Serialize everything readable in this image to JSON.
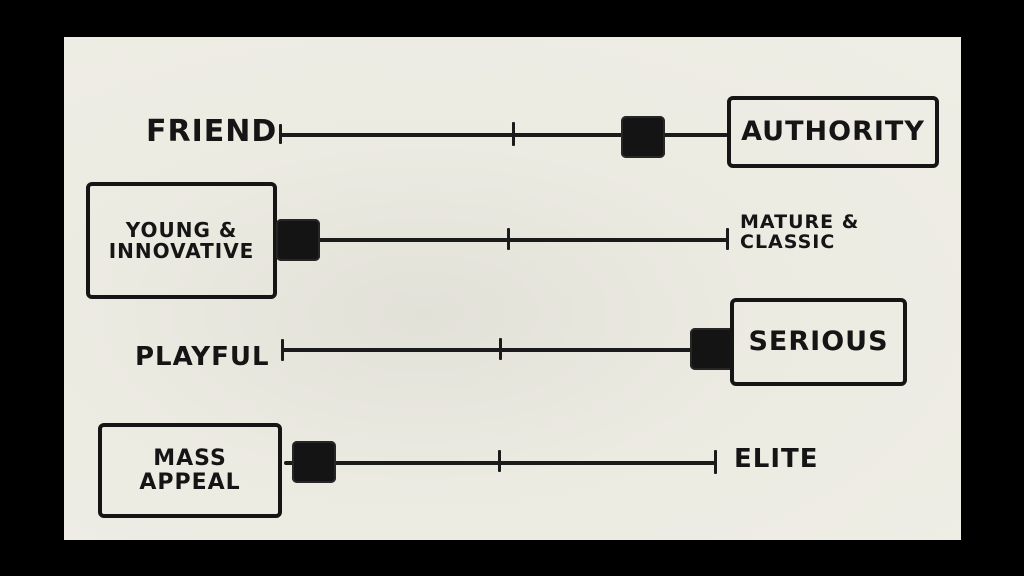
{
  "colors": {
    "frame": "#000000",
    "board": "#ecebe2",
    "ink": "#151515"
  },
  "scales": [
    {
      "left_label": "FRIEND",
      "right_label": "AUTHORITY",
      "position": 0.81,
      "highlighted": "right"
    },
    {
      "left_label": "YOUNG & INNOVATIVE",
      "right_label": "MATURE & CLASSIC",
      "position": 0.0,
      "highlighted": "left"
    },
    {
      "left_label": "PLAYFUL",
      "right_label": "SERIOUS",
      "position": 0.96,
      "highlighted": "right"
    },
    {
      "left_label": "MASS APPEAL",
      "right_label": "ELITE",
      "position": 0.07,
      "highlighted": "left"
    }
  ]
}
